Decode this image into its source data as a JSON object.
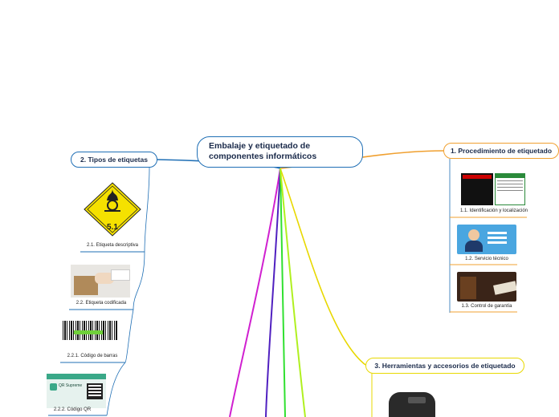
{
  "central": {
    "title_line1": "Embalaje y etiquetado de",
    "title_line2": "componentes informáticos"
  },
  "branches": {
    "b1": {
      "label": "1. Procedimiento de etiquetado",
      "color": "#f0a030",
      "children": [
        "1.1. Identificación y localización",
        "1.2. Servicio técnico",
        "1.3. Control de garantía"
      ]
    },
    "b2": {
      "label": "2. Tipos de etiquetas",
      "color": "#1f6fb5",
      "children": [
        "2.1. Etiqueta descriptiva",
        "2.2. Etiqueta codificada",
        "2.2.1. Código de barras",
        "2.2.2. Código QR"
      ]
    },
    "b3": {
      "label": "3. Herramientas y accesorios de etiquetado",
      "color": "#e8d800"
    }
  },
  "hazard": {
    "symbol_text": "5.1"
  },
  "qr_card": {
    "text": "QR Supreme"
  },
  "colors": {
    "magenta": "#d020d0",
    "purple": "#5020c0",
    "green": "#30e030",
    "yellowgreen": "#b0f020"
  }
}
